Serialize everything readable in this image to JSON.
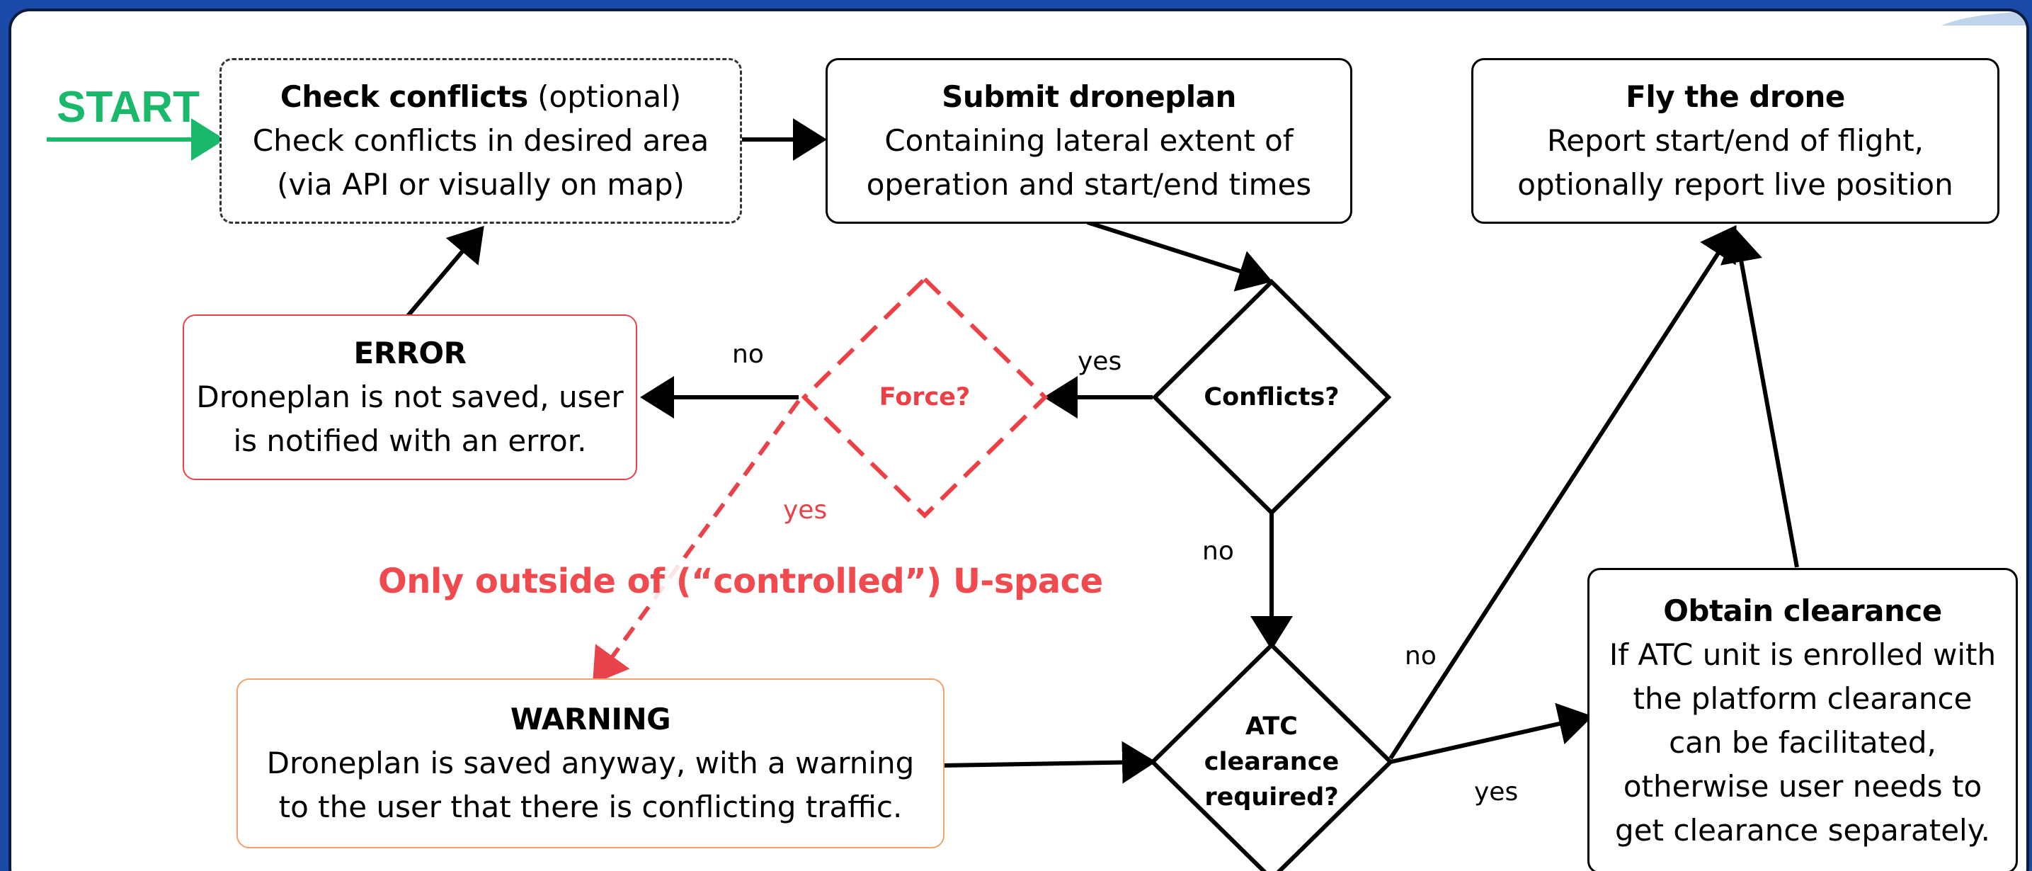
{
  "start": "START",
  "boxes": {
    "check_conflicts": {
      "title": "Check conflicts",
      "title_suffix": "(optional)",
      "lines": [
        "Check conflicts in desired area",
        "(via API or visually on map)"
      ]
    },
    "submit_droneplan": {
      "title": "Submit droneplan",
      "lines": [
        "Containing lateral extent of",
        "operation and start/end times"
      ]
    },
    "fly_drone": {
      "title": "Fly the drone",
      "lines": [
        "Report start/end of flight,",
        "optionally report live position"
      ]
    },
    "error": {
      "title": "ERROR",
      "lines": [
        "Droneplan is not saved, user",
        "is notified with an error."
      ]
    },
    "warning": {
      "title": "WARNING",
      "lines": [
        "Droneplan is saved anyway, with a warning",
        "to the user that there is conflicting traffic."
      ]
    },
    "obtain_clearance": {
      "title": "Obtain clearance",
      "lines": [
        "If ATC unit is enrolled with",
        "the platform clearance",
        "can be facilitated,",
        "otherwise user needs to",
        "get clearance separately."
      ]
    }
  },
  "decisions": {
    "conflicts": {
      "lines": [
        "Conflicts?"
      ]
    },
    "force": {
      "lines": [
        "Force?"
      ]
    },
    "atc": {
      "lines": [
        "ATC",
        "clearance",
        "required?"
      ]
    }
  },
  "edge_labels": {
    "force_no": "no",
    "conflicts_yes": "yes",
    "force_yes": "yes",
    "conflicts_no": "no",
    "atc_no": "no",
    "atc_yes": "yes"
  },
  "note": "Only outside of (“controlled”) U-space",
  "colors": {
    "background": "#1a4aa8",
    "start_green": "#1ab86a",
    "error_red": "#e8434a",
    "warning_orange": "#f3a26a",
    "note_red": "#f04a4f"
  }
}
